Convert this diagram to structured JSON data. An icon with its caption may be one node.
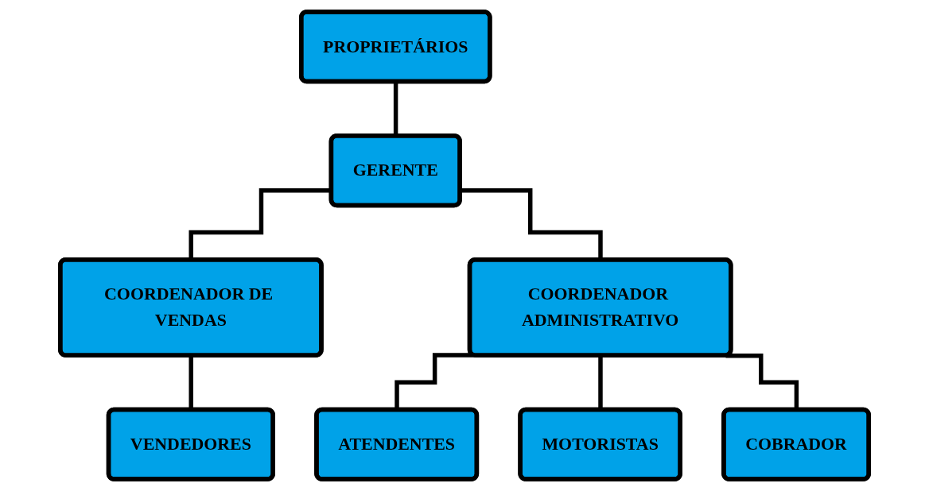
{
  "diagram": {
    "nodes": [
      {
        "text": [
          "PROPRIETÁRIOS"
        ]
      },
      {
        "text": [
          "GERENTE"
        ]
      },
      {
        "text": [
          "COORDENADOR DE VENDAS"
        ]
      },
      {
        "text": [
          "COORDENADOR ADMINISTRATIVO"
        ]
      },
      {
        "text": [
          "VENDEDORES"
        ]
      },
      {
        "text": [
          "ATENDENTES"
        ]
      },
      {
        "text": [
          "MOTORISTAS"
        ]
      },
      {
        "text": [
          "COBRADOR"
        ]
      }
    ],
    "edges": [
      {
        "from": 0,
        "to": 1,
        "arrow": "none"
      },
      {
        "from": 1,
        "to": 2,
        "arrow": "none"
      },
      {
        "from": 1,
        "to": 3,
        "arrow": "none"
      },
      {
        "from": 2,
        "to": 4,
        "arrow": "none"
      },
      {
        "from": 3,
        "to": 5,
        "arrow": "none"
      },
      {
        "from": 3,
        "to": 6,
        "arrow": "none"
      },
      {
        "from": 3,
        "to": 7,
        "arrow": "none"
      }
    ]
  }
}
